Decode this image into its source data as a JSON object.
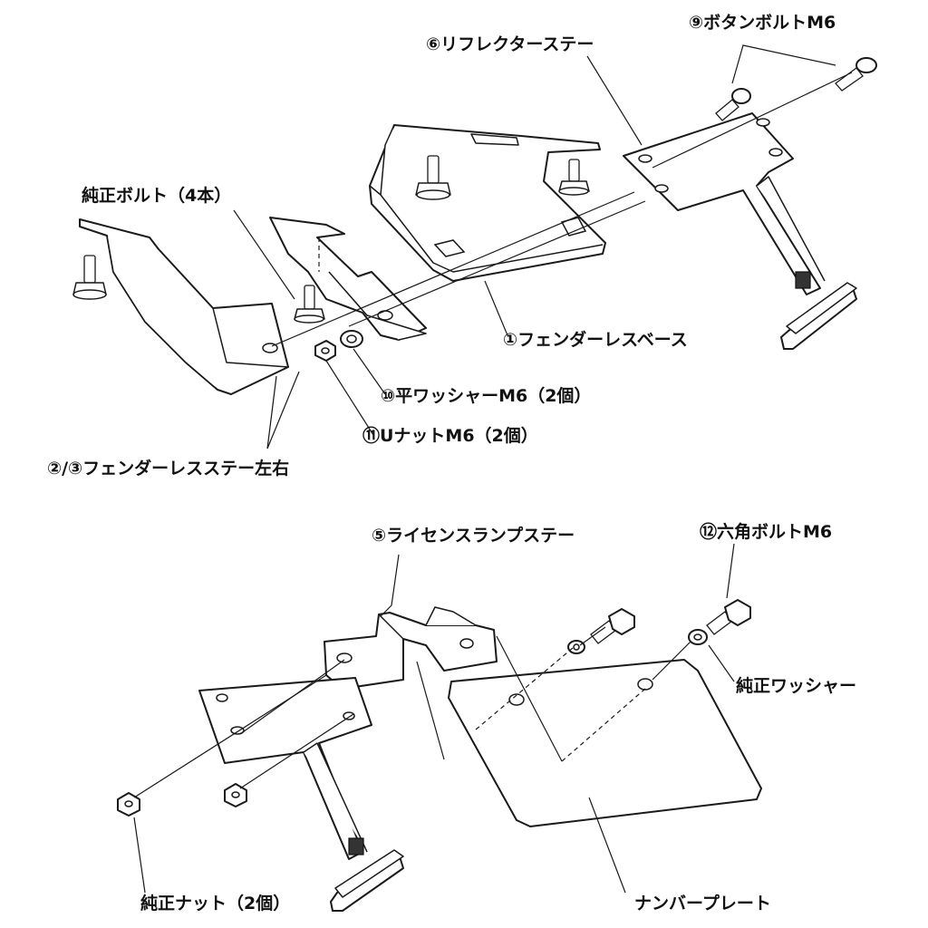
{
  "labels": {
    "reflector_stay": "⑥リフレクターステー",
    "button_bolt": "⑨ボタンボルトM6",
    "oem_bolt": "純正ボルト（4本）",
    "fenderless_base": "①フェンダーレスベース",
    "flat_washer": "⑩平ワッシャーM6（2個）",
    "u_nut": "⑪UナットM6（2個）",
    "fenderless_stay_lr": "②/③フェンダーレスステー左右",
    "license_lamp_stay": "⑤ライセンスランプステー",
    "hex_bolt": "⑫六角ボルトM6",
    "oem_washer": "純正ワッシャー",
    "oem_nut": "純正ナット（2個）",
    "number_plate": "ナンバープレート"
  }
}
